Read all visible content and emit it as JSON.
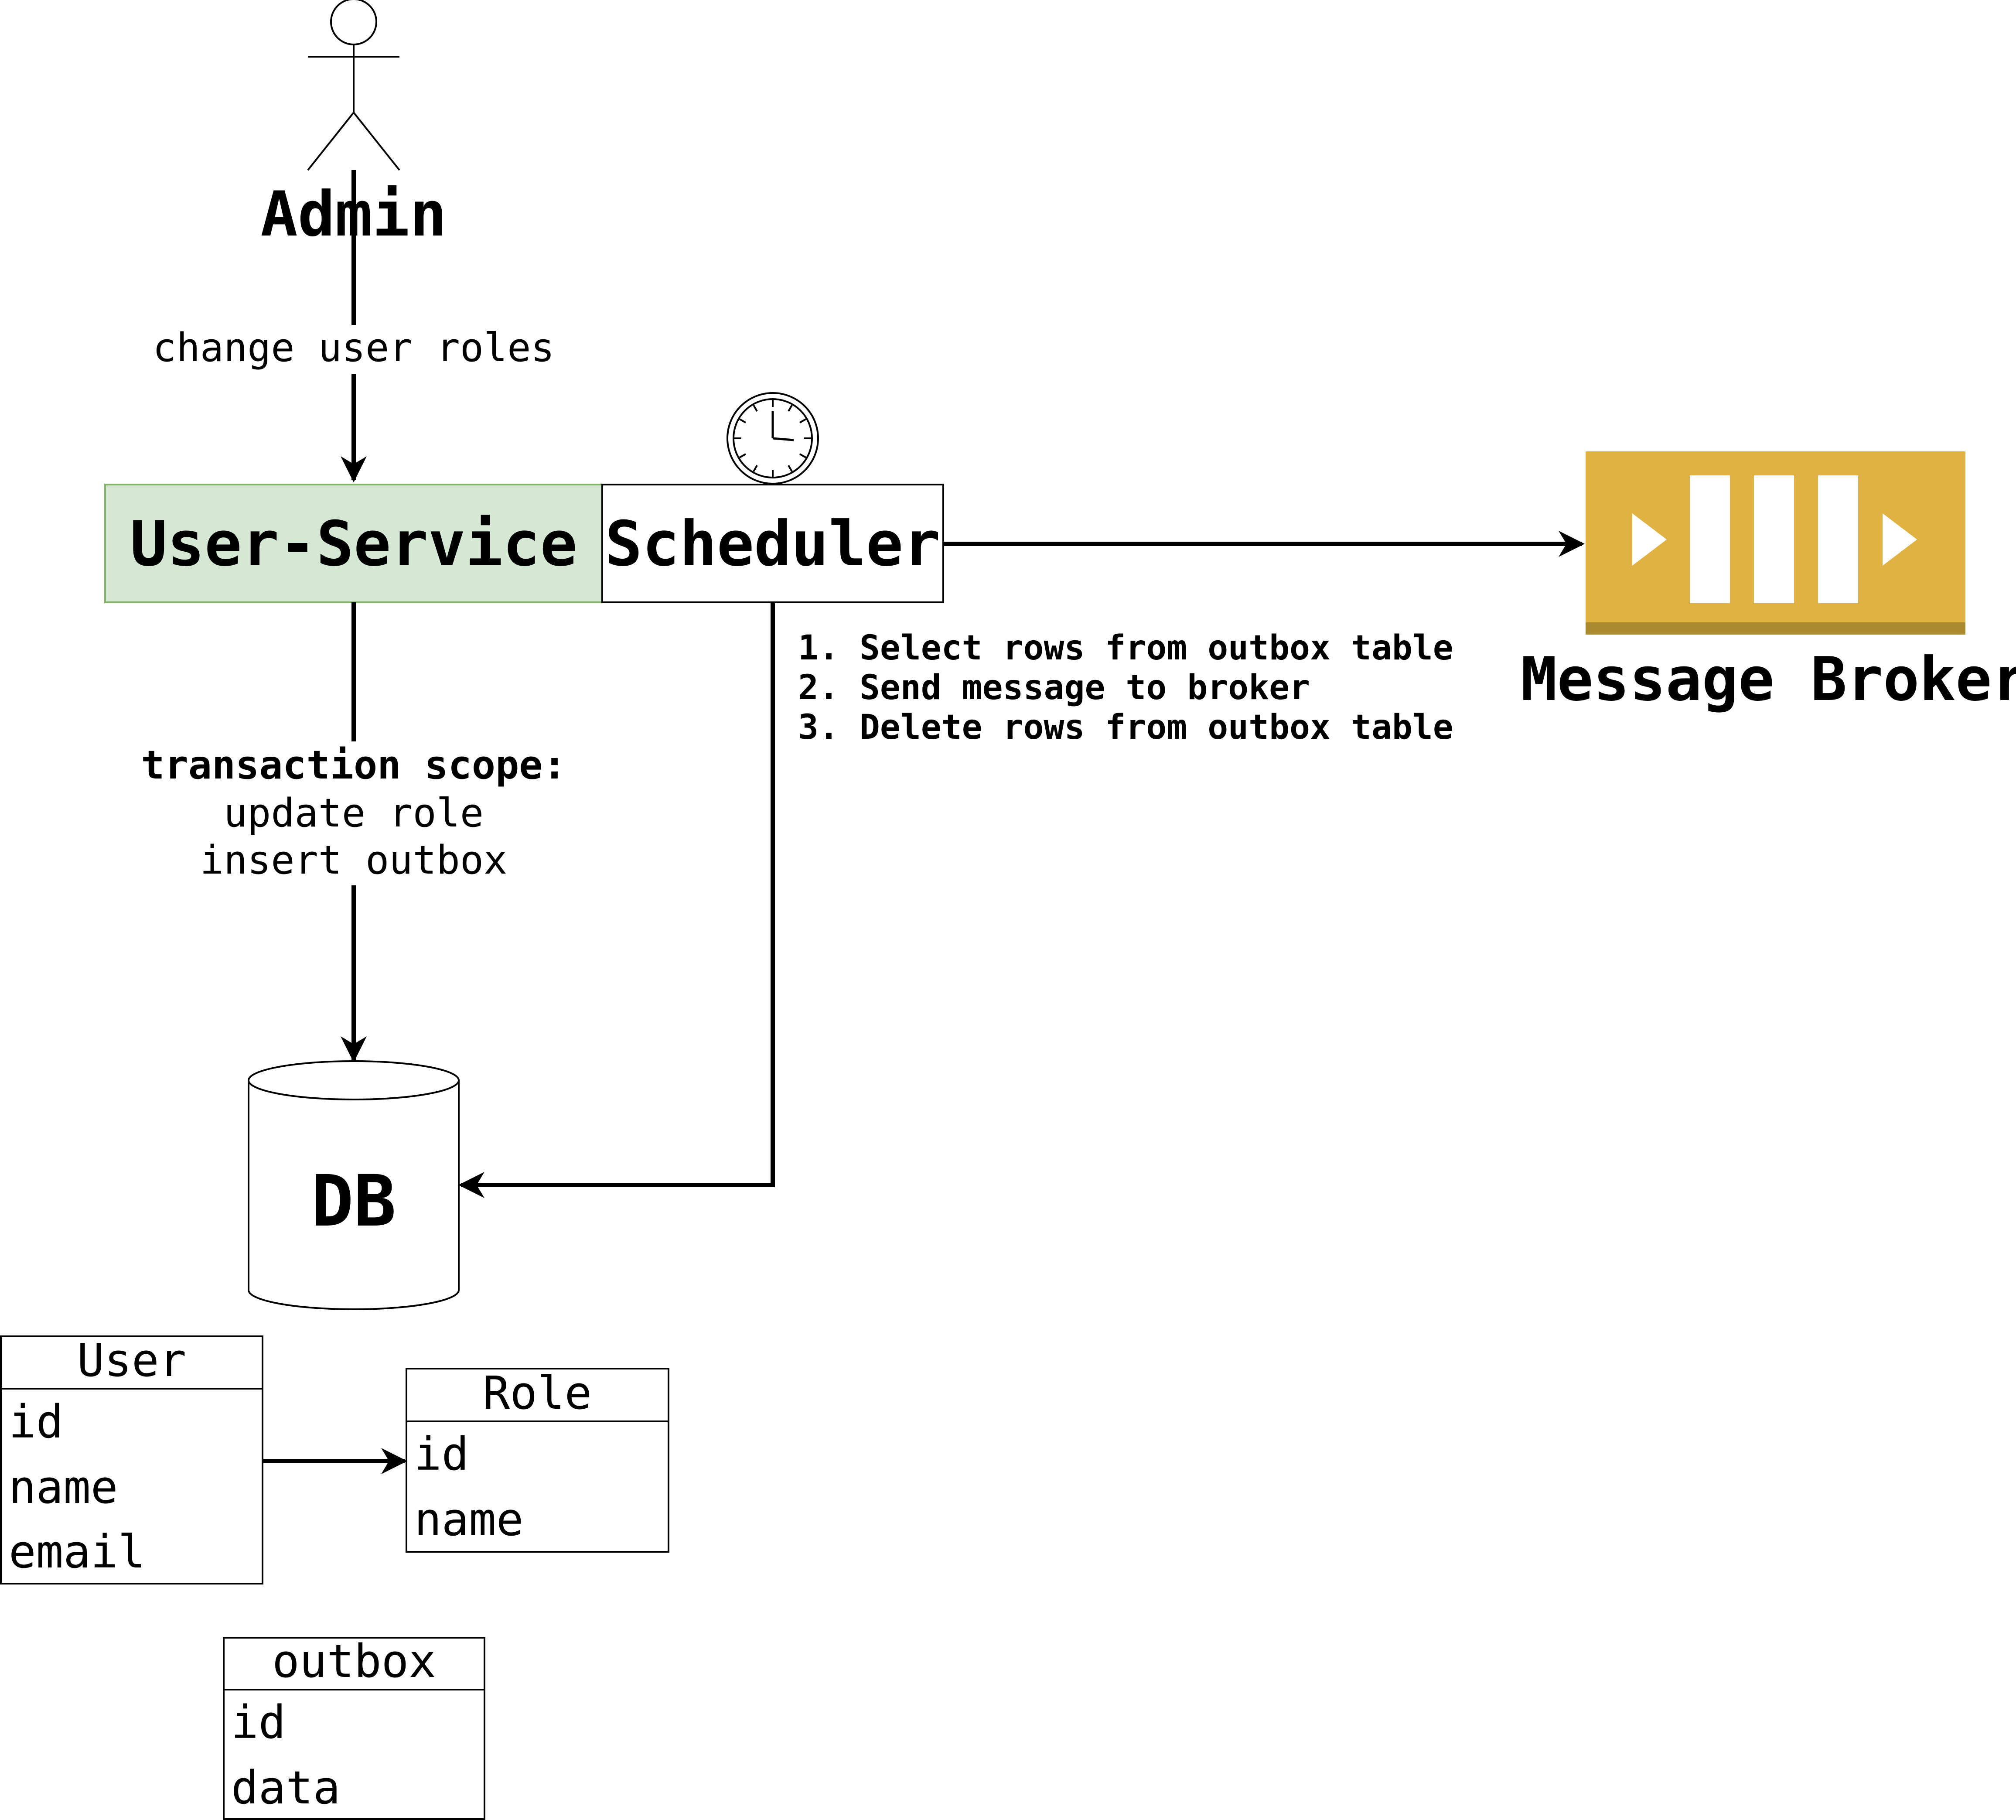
{
  "actor": {
    "label": "Admin"
  },
  "edges": {
    "admin_to_service_label": "change user roles",
    "service_to_db_label_title": "transaction scope:",
    "service_to_db_label_line1": "update role",
    "service_to_db_label_line2": "insert outbox",
    "scheduler_steps": [
      "1. Select rows from outbox table",
      "2. Send message to broker",
      "3. Delete rows from outbox table"
    ]
  },
  "nodes": {
    "user_service": "User-Service",
    "scheduler": "Scheduler",
    "db": "DB",
    "message_broker": "Message Broker"
  },
  "icons": {
    "scheduler": "clock-icon",
    "broker": "message-queue-icon",
    "actor": "stick-figure-icon"
  },
  "tables": {
    "user": {
      "name": "User",
      "fields": [
        "id",
        "name",
        "email"
      ]
    },
    "role": {
      "name": "Role",
      "fields": [
        "id",
        "name"
      ]
    },
    "outbox": {
      "name": "outbox",
      "fields": [
        "id",
        "data"
      ]
    }
  },
  "colors": {
    "user_service_fill": "#d5e8d4",
    "user_service_stroke": "#82b366",
    "broker_fill": "#dfb243",
    "broker_base": "#a98a2f"
  }
}
